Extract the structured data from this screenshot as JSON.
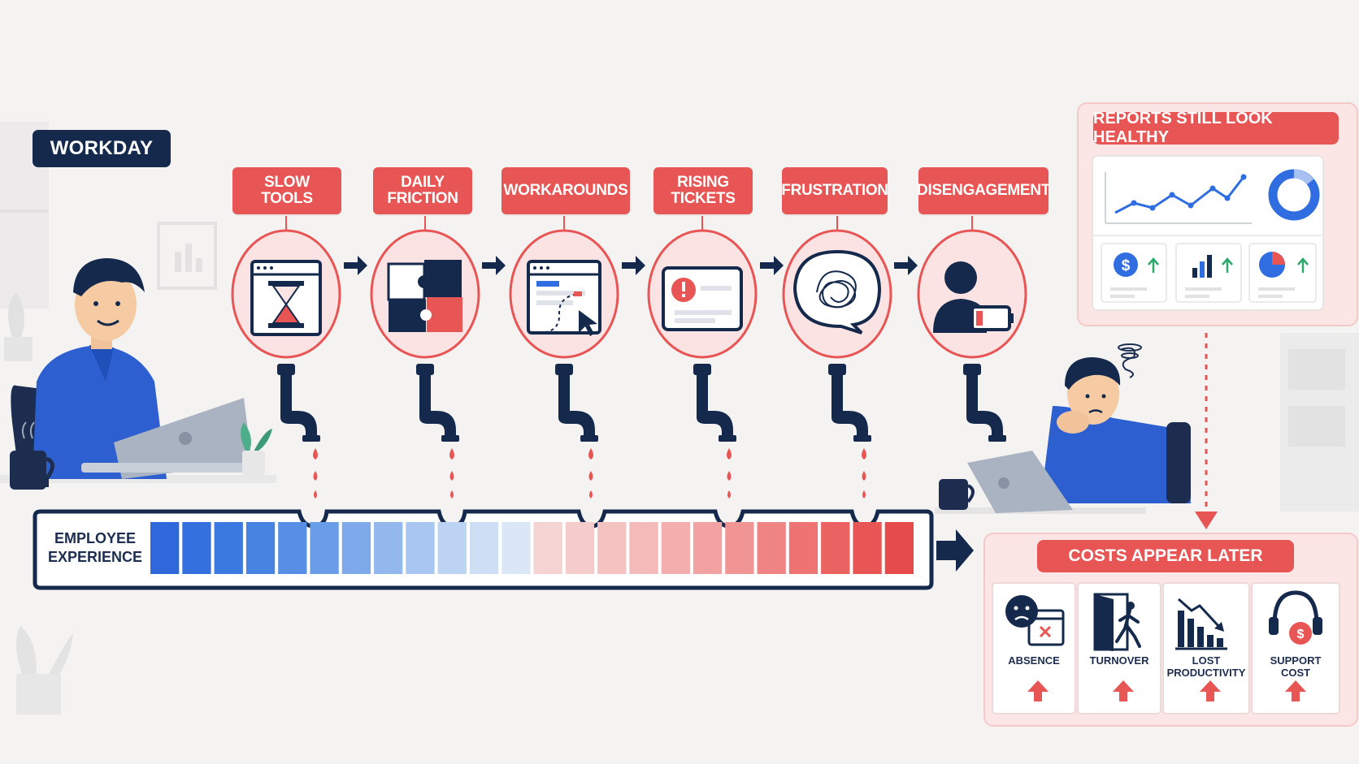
{
  "workday_label": "WORKDAY",
  "steps": [
    {
      "label": "SLOW\nTOOLS",
      "icon": "hourglass-window-icon"
    },
    {
      "label": "DAILY\nFRICTION",
      "icon": "puzzle-icon"
    },
    {
      "label": "WORKAROUNDS",
      "icon": "cursor-window-icon"
    },
    {
      "label": "RISING\nTICKETS",
      "icon": "alert-ticket-icon"
    },
    {
      "label": "FRUSTRATION",
      "icon": "tangled-speech-icon"
    },
    {
      "label": "DISENGAGEMENT",
      "icon": "low-battery-person-icon"
    }
  ],
  "experience_label": "EMPLOYEE\nEXPERIENCE",
  "reports": {
    "title": "REPORTS STILL LOOK HEALTHY"
  },
  "costs": {
    "title": "COSTS APPEAR LATER",
    "items": [
      {
        "label": "ABSENCE",
        "icon": "sad-calendar-icon"
      },
      {
        "label": "TURNOVER",
        "icon": "exit-door-icon"
      },
      {
        "label": "LOST\nPRODUCTIVITY",
        "icon": "falling-chart-icon"
      },
      {
        "label": "SUPPORT\nCOST",
        "icon": "headset-dollar-icon"
      }
    ]
  },
  "colors": {
    "navy": "#14294b",
    "red": "#e85555",
    "blue": "#2f6de0",
    "green": "#2ca86b"
  }
}
